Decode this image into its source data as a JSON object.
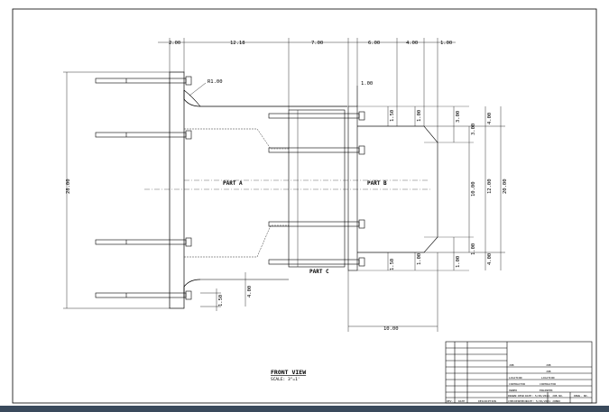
{
  "dimensions": {
    "top": [
      "2.00",
      "12.18",
      "7.00",
      "6.00",
      "4.00",
      "1.00"
    ],
    "right_outer": [
      "4.00",
      "12.00",
      "20.00"
    ],
    "right_mid": [
      "3.00",
      "10.00",
      "1.00",
      "3.00"
    ],
    "right_inner": [
      "1.00",
      "1.00"
    ],
    "left_overall": "28.00",
    "center_small_top": [
      "1.50",
      "1.00",
      "1.00"
    ],
    "center_small_bottom": [
      "1.50",
      "1.00"
    ],
    "bottom_small": [
      "1.50",
      "4.00"
    ],
    "bottom_width": "10.00",
    "radius": "R1.00",
    "offset": "1.00",
    "right_lower_small": "1.00",
    "right_lower_outer": "4.00"
  },
  "labels": {
    "part_a": "PART A",
    "part_b": "PART B",
    "part_c": "PART C",
    "view_title": "FRONT VIEW",
    "view_scale": "SCALE: 3\"=1'"
  },
  "title_block": {
    "job_label": "JOB",
    "job_value": "JOB",
    "job2": "JOB",
    "location_label": "LOCATION",
    "location_value": "LOCATION",
    "contractor_label": "CONTRACTOR",
    "contractor_value": "CONTRACTOR",
    "owner_label": "OWNER",
    "engineer_value": "ENGINEER",
    "drawn_label": "DRAWN:",
    "drawn_by": "DESK",
    "drawn_date": "DATE: 5/30/2021",
    "checked_label": "CHECKED:",
    "checked_by": "CHECK",
    "checked_date": "DATE: 5/30/2021",
    "job_no_label": "JOB NO.",
    "job_no_value": "JOBNO",
    "dwg_no_label": "DRWG. NO.",
    "rev_label": "REV.",
    "date_label": "DATE",
    "description_label": "DESCRIPTION"
  }
}
